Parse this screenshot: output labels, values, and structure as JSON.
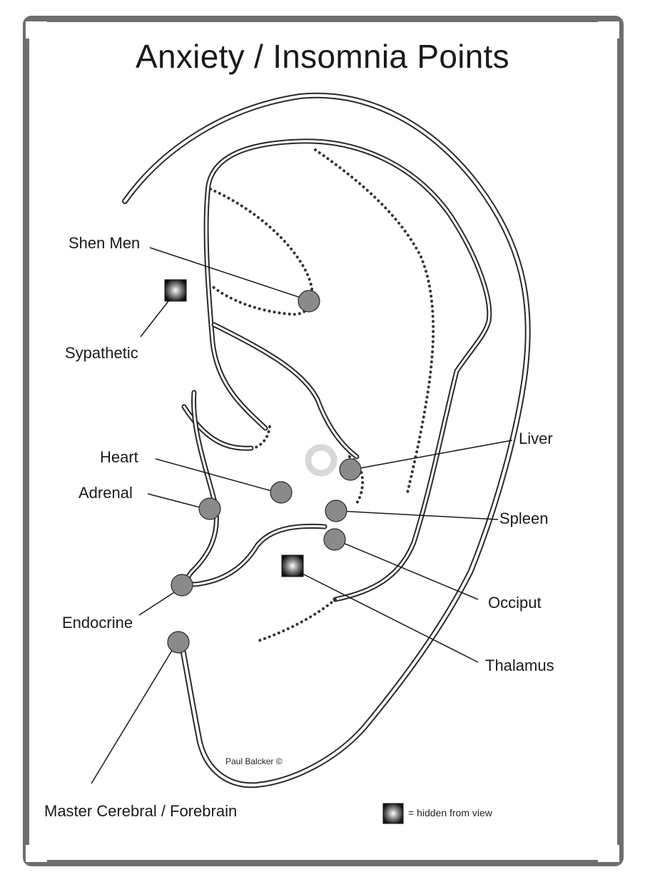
{
  "title": "Anxiety / Insomnia Points",
  "points": [
    {
      "id": "shen-men",
      "label": "Shen Men",
      "marker": "circle"
    },
    {
      "id": "sympathetic",
      "label": "Sypathetic",
      "marker": "hidden-square"
    },
    {
      "id": "heart",
      "label": "Heart",
      "marker": "circle"
    },
    {
      "id": "adrenal",
      "label": "Adrenal",
      "marker": "circle"
    },
    {
      "id": "endocrine",
      "label": "Endocrine",
      "marker": "circle"
    },
    {
      "id": "master-cerebral",
      "label": "Master Cerebral / Forebrain",
      "marker": "circle"
    },
    {
      "id": "liver",
      "label": "Liver",
      "marker": "circle"
    },
    {
      "id": "spleen",
      "label": "Spleen",
      "marker": "circle"
    },
    {
      "id": "occiput",
      "label": "Occiput",
      "marker": "circle"
    },
    {
      "id": "thalamus",
      "label": "Thalamus",
      "marker": "hidden-square"
    }
  ],
  "credit": "Paul Balcker ©",
  "legend": {
    "text": "= hidden from view",
    "icon": "hidden-square-icon"
  },
  "colors": {
    "frame": "#6e6e6e",
    "point": "#8a8a8a",
    "ring": "#d8d8d8",
    "outline": "#2a2a2a"
  }
}
